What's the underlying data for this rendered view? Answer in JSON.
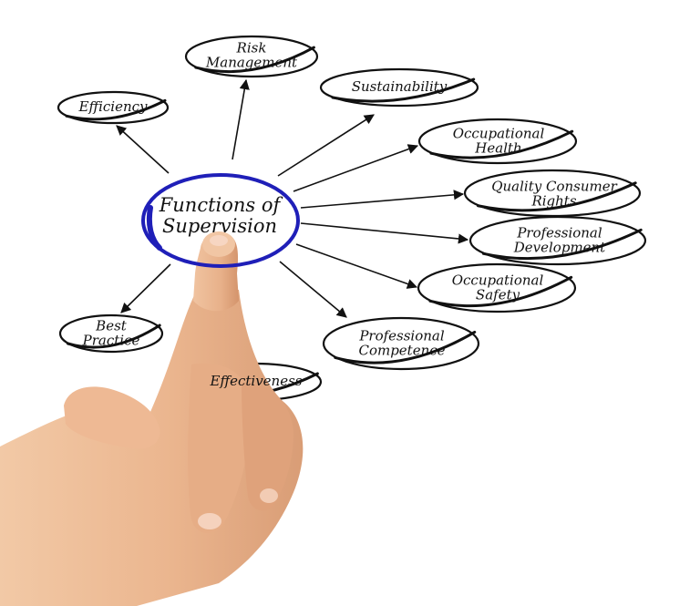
{
  "diagram": {
    "center": {
      "lines": [
        "Functions of",
        "Supervision"
      ],
      "ring_color": "#1f1fb8"
    },
    "nodes": [
      {
        "id": "efficiency",
        "lines": [
          "Efficiency"
        ]
      },
      {
        "id": "risk-management",
        "lines": [
          "Risk",
          "Management"
        ]
      },
      {
        "id": "sustainability",
        "lines": [
          "Sustainability"
        ]
      },
      {
        "id": "occupational-health",
        "lines": [
          "Occupational",
          "Health"
        ]
      },
      {
        "id": "quality-consumer-rights",
        "lines": [
          "Quality Consumer",
          "Rights"
        ]
      },
      {
        "id": "professional-development",
        "lines": [
          "Professional",
          "Development"
        ]
      },
      {
        "id": "occupational-safety",
        "lines": [
          "Occupational",
          "Safety"
        ]
      },
      {
        "id": "professional-competence",
        "lines": [
          "Professional",
          "Competence"
        ]
      },
      {
        "id": "effectiveness",
        "lines": [
          "Effectiveness"
        ]
      },
      {
        "id": "best-practice",
        "lines": [
          "Best",
          "Practice"
        ]
      }
    ],
    "colors": {
      "ink": "#111111",
      "background": "#ffffff",
      "skin": "#e9b58f"
    }
  },
  "photo": {
    "subject": "hand-pointing-icon"
  }
}
